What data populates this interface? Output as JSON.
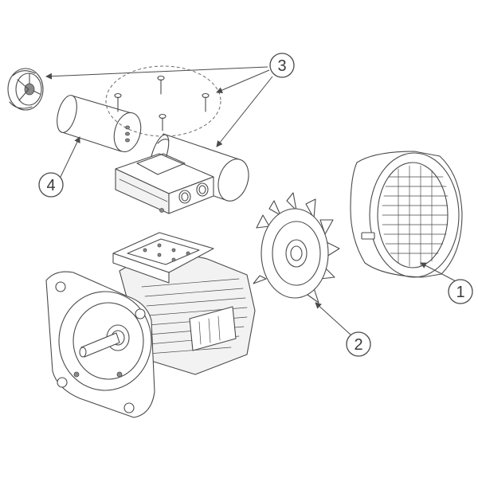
{
  "diagram": {
    "callouts": [
      {
        "id": "1",
        "label": "1",
        "target": "fan-cover"
      },
      {
        "id": "2",
        "label": "2",
        "target": "cooling-fan"
      },
      {
        "id": "3",
        "label": "3",
        "target": "terminal-box-cover-screws"
      },
      {
        "id": "4",
        "label": "4",
        "target": "capacitor"
      }
    ],
    "colors": {
      "line": "#4a4a4a",
      "background": "#ffffff"
    }
  }
}
